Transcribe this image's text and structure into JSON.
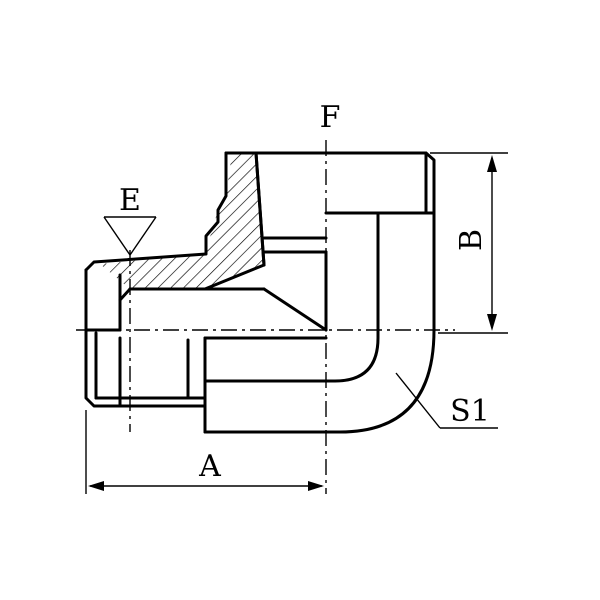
{
  "labels": {
    "f": "F",
    "e": "E",
    "b": "B",
    "a": "A",
    "s1": "S1"
  },
  "colors": {
    "line": "#000000",
    "background": "#ffffff"
  }
}
